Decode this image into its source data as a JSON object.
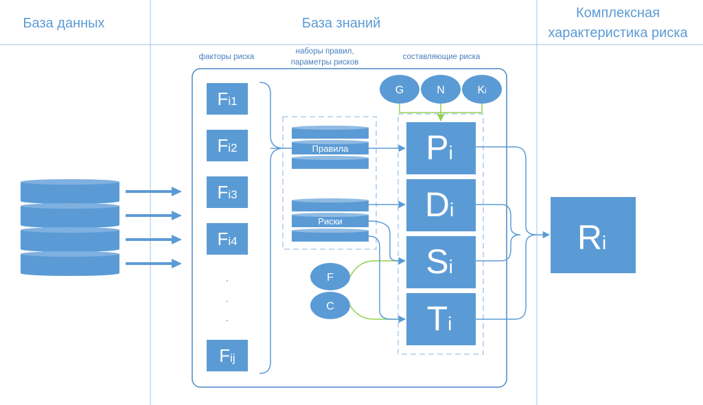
{
  "headers": {
    "database": "База данных",
    "knowledge_base": "База знаний",
    "complex_line1": "Комплексная",
    "complex_line2": "характеристика риска"
  },
  "subheaders": {
    "risk_factors": "факторы риска",
    "rule_sets_line1": "наборы правил,",
    "rule_sets_line2": "параметры рисков",
    "risk_components": "составляющие риска"
  },
  "factors": [
    {
      "main": "F",
      "sub": "i1"
    },
    {
      "main": "F",
      "sub": "i2"
    },
    {
      "main": "F",
      "sub": "i3"
    },
    {
      "main": "F",
      "sub": "i4"
    },
    {
      "main": "F",
      "sub": "ij"
    }
  ],
  "ellipsis": ".",
  "cylinders": {
    "rules_label": "Правила",
    "risks_label": "Риски"
  },
  "params_top": [
    {
      "main": "G",
      "sub": ""
    },
    {
      "main": "N",
      "sub": ""
    },
    {
      "main": "K",
      "sub": "i"
    }
  ],
  "params_side": [
    "F",
    "C"
  ],
  "components": [
    {
      "main": "P",
      "sub": "i"
    },
    {
      "main": "D",
      "sub": "i"
    },
    {
      "main": "S",
      "sub": "i"
    },
    {
      "main": "T",
      "sub": "i"
    }
  ],
  "result": {
    "main": "R",
    "sub": "i"
  },
  "colors": {
    "box": "#5b9bd5",
    "line": "#5b9bd5",
    "green": "#92d050",
    "header_text": "#5b9bd5"
  }
}
